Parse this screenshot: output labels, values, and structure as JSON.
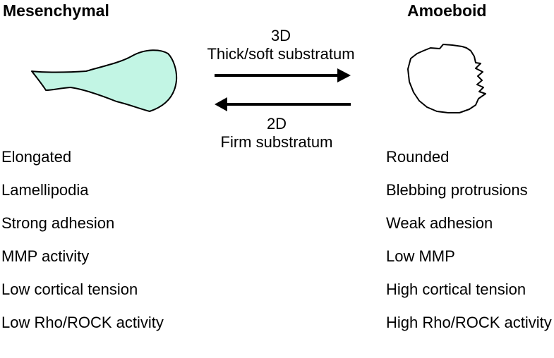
{
  "left_title": "Mesenchymal",
  "right_title": "Amoeboid",
  "arrow_top": {
    "line1": "3D",
    "line2": "Thick/soft substratum"
  },
  "arrow_bottom": {
    "line1": "2D",
    "line2": "Firm substratum"
  },
  "mesenchymal_properties": [
    "Elongated",
    "Lamellipodia",
    "Strong adhesion",
    "MMP activity",
    "Low cortical tension",
    "Low Rho/ROCK activity"
  ],
  "amoeboid_properties": [
    "Rounded",
    "Blebbing protrusions",
    "Weak adhesion",
    "Low MMP",
    "High cortical tension",
    "High Rho/ROCK activity"
  ],
  "colors": {
    "mesenchymal_fill": "#c2f5e4",
    "stroke": "#000000"
  }
}
